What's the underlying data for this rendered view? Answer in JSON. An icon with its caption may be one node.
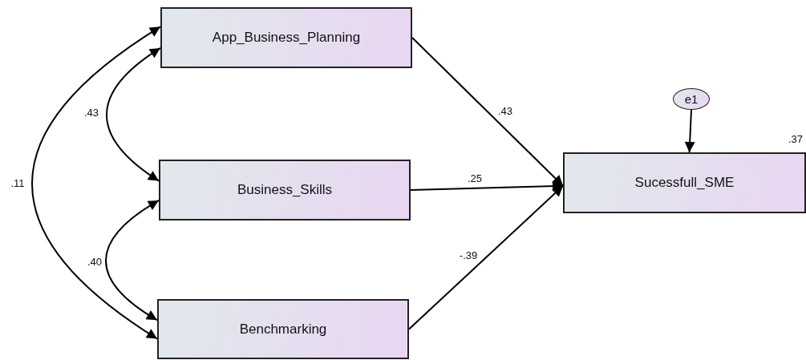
{
  "diagram": {
    "nodes": [
      {
        "text": [
          "App_Business_Planning"
        ]
      },
      {
        "text": [
          "Business_Skills"
        ]
      },
      {
        "text": [
          "Benchmarking"
        ]
      },
      {
        "text": [
          "Sucessfull_SME"
        ],
        "beside": [
          ".37"
        ]
      },
      {
        "text": [
          "e1"
        ]
      }
    ],
    "edges": [
      {
        "from": 0,
        "to": 3,
        "arrow": "to",
        "label": ".43"
      },
      {
        "from": 1,
        "to": 3,
        "arrow": "to",
        "label": ".25"
      },
      {
        "from": 2,
        "to": 3,
        "arrow": "to",
        "label": "-.39"
      },
      {
        "from": 4,
        "to": 3,
        "arrow": "to"
      },
      {
        "from": 0,
        "to": 1,
        "arrow": "both",
        "label": ".43"
      },
      {
        "from": 1,
        "to": 2,
        "arrow": "both",
        "label": ".40"
      },
      {
        "from": 0,
        "to": 2,
        "arrow": "both",
        "label": ".11"
      }
    ]
  }
}
